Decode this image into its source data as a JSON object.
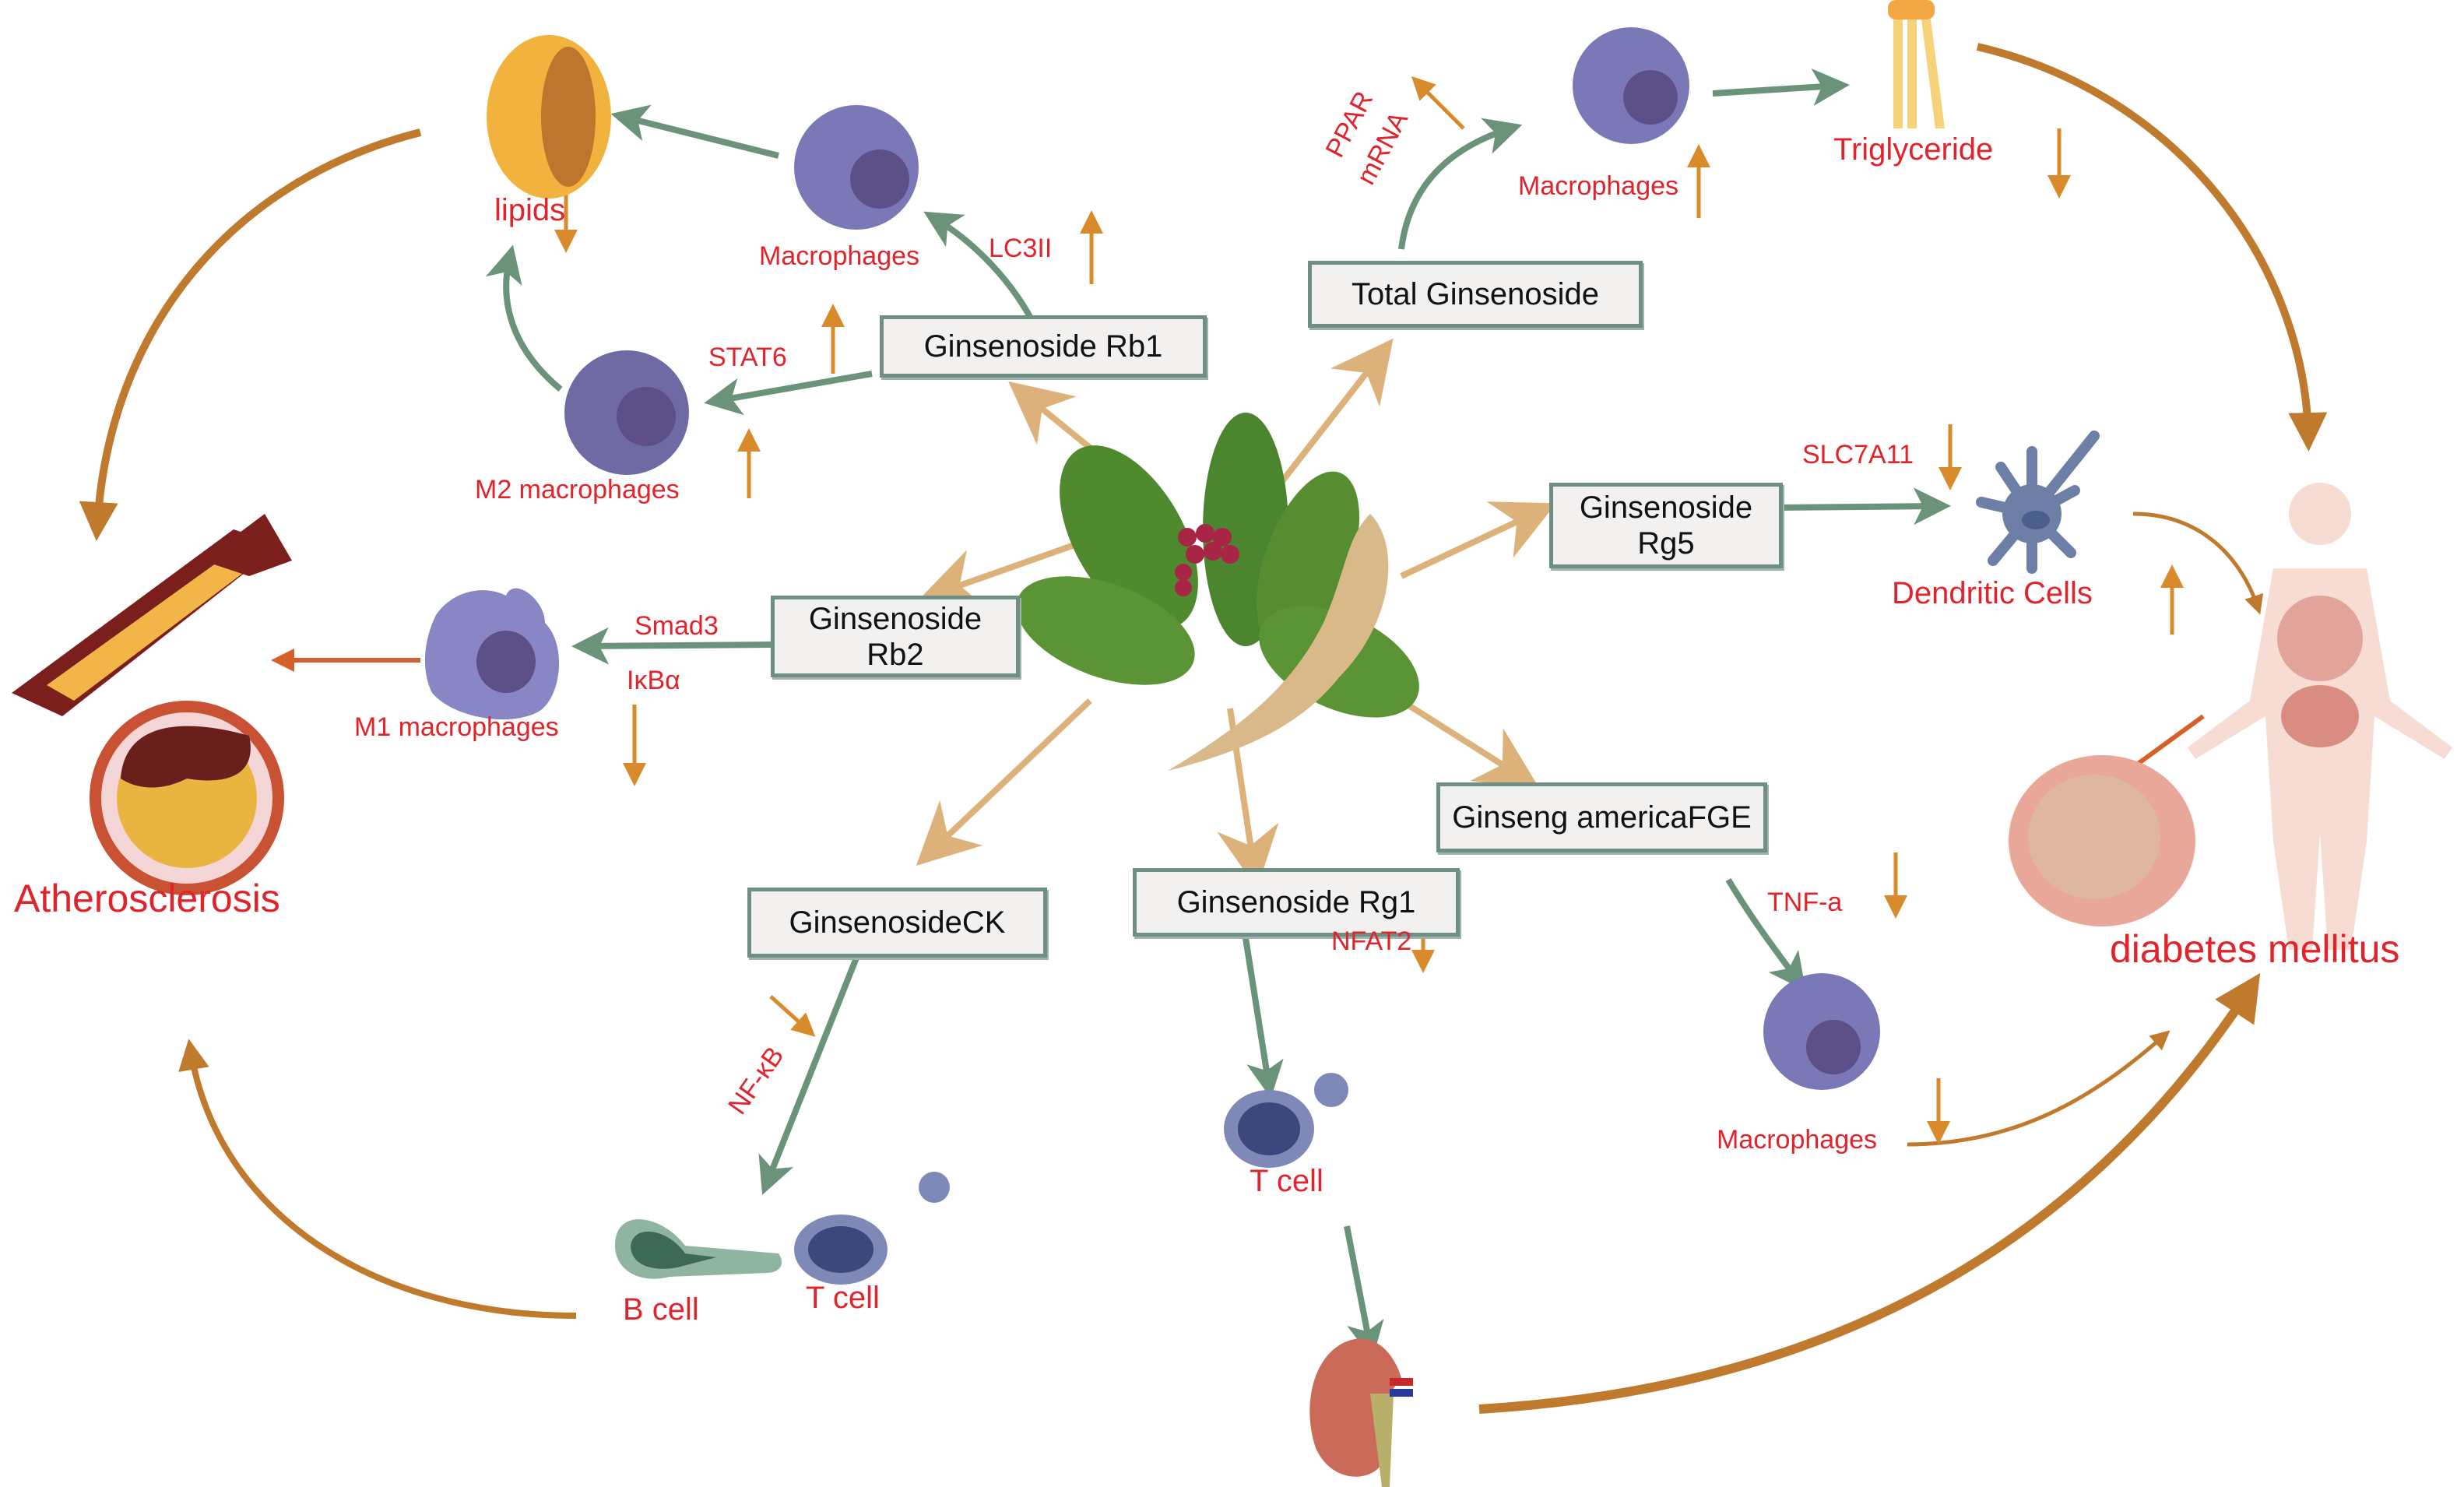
{
  "diagram": {
    "center": {
      "name": "Ginseng plant"
    },
    "compounds": {
      "rb1": "Ginsenoside Rb1",
      "total": "Total Ginsenoside",
      "rb2_line1": "Ginsenoside",
      "rb2_line2": "Rb2",
      "rg5_line1": "Ginsenoside",
      "rg5_line2": "Rg5",
      "fge": "Ginseng americaFGE",
      "ck": "GinsenosideCK",
      "rg1": "Ginsenoside Rg1"
    },
    "labels": {
      "lipids": "lipids",
      "macrophages_rb1": "Macrophages",
      "lc3ii": "LC3II",
      "stat6": "STAT6",
      "m2": "M2 macrophages",
      "ppar_line1": "PPAR",
      "ppar_line2": "mRNA",
      "macrophages_total": "Macrophages",
      "triglyceride": "Triglyceride",
      "smad3": "Smad3",
      "ikba": "IκBα",
      "m1": "M1 macrophages",
      "slc7a11": "SLC7A11",
      "dendritic": "Dendritic Cells",
      "tnfa": "TNF-a",
      "macrophages_fge": "Macrophages",
      "nfkb": "NF-κB",
      "nfat2": "NFAT2",
      "b_cell": "B cell",
      "t_cell_ck": "T cell",
      "t_cell_rg1": "T cell"
    },
    "outcomes": {
      "atherosclerosis": "Atherosclerosis",
      "diabetes": "diabetes mellitus"
    },
    "regulation": {
      "lipids": "down",
      "lc3ii": "up",
      "stat6": "up",
      "m2": "up",
      "ppar": "up",
      "macrophages_total": "up",
      "triglyceride": "down",
      "m1": "down",
      "slc7a11": "down",
      "dendritic": "up",
      "tnfa": "down",
      "macrophages_fge": "down",
      "nfkb": "down",
      "nfat2": "down"
    },
    "colors": {
      "label_red": "#e0242c",
      "regulation_arrow": "#d98a2b",
      "pathway_arrow": "#6a937a",
      "source_arrow": "#dcb27a",
      "outcome_arrow": "#c07a2e",
      "macrophage": "#7b78b8",
      "box_border": "#6f8f86",
      "box_fill": "#f3f1ef"
    }
  }
}
